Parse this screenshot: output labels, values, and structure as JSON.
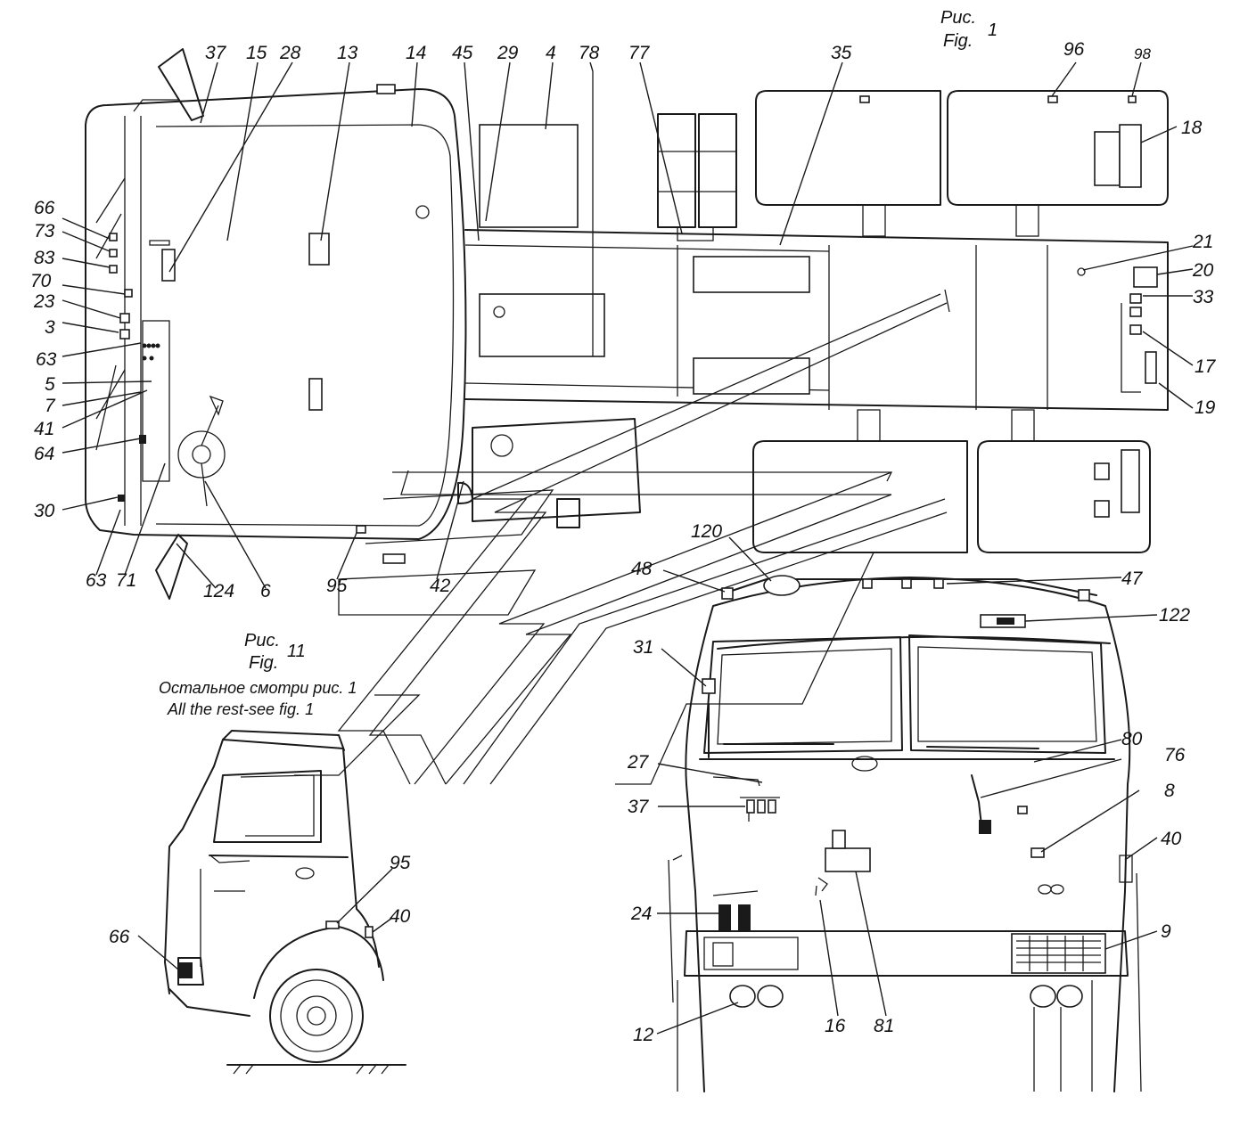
{
  "figure_1": {
    "caption_ru": "Рис.",
    "caption_en": "Fig.",
    "number": "1"
  },
  "figure_11": {
    "caption_ru": "Рис.",
    "caption_en": "Fig.",
    "number": "11",
    "note_ru": "Остальное смотри рис. 1",
    "note_en": "All the rest-see fig. 1"
  },
  "callouts_top_view": [
    "37",
    "15",
    "28",
    "13",
    "14",
    "45",
    "29",
    "4",
    "78",
    "77",
    "35",
    "96",
    "98",
    "18",
    "66",
    "73",
    "83",
    "70",
    "23",
    "3",
    "63",
    "5",
    "7",
    "41",
    "64",
    "30",
    "63",
    "71",
    "124",
    "6",
    "95",
    "42",
    "21",
    "20",
    "33",
    "17",
    "19"
  ],
  "callouts_front_view": [
    "120",
    "48",
    "47",
    "122",
    "31",
    "27",
    "37",
    "80",
    "76",
    "8",
    "40",
    "24",
    "9",
    "12",
    "16",
    "81"
  ],
  "callouts_side_view": [
    "95",
    "40",
    "66"
  ],
  "colors": {
    "line": "#1a1a1a",
    "background": "#ffffff"
  }
}
